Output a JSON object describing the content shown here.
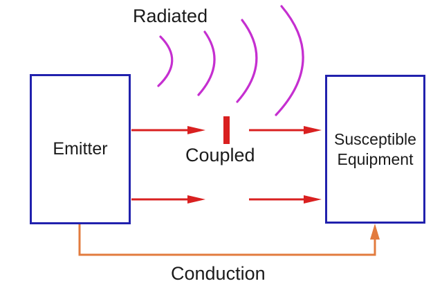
{
  "diagram": {
    "title_semantic": "EMI coupling paths diagram",
    "labels": {
      "radiated": "Radiated",
      "coupled": "Coupled",
      "conduction": "Conduction"
    },
    "boxes": {
      "emitter": {
        "label": "Emitter"
      },
      "susceptible": {
        "line1": "Susceptible",
        "line2": "Equipment"
      }
    },
    "colors": {
      "box_border_blue": "#2121ad",
      "coupled_arrow_red": "#d92020",
      "radiated_wave_magenta": "#c52fd0",
      "conduction_orange": "#e27b3e",
      "text": "#1b1b1b",
      "background": "#ffffff"
    }
  }
}
